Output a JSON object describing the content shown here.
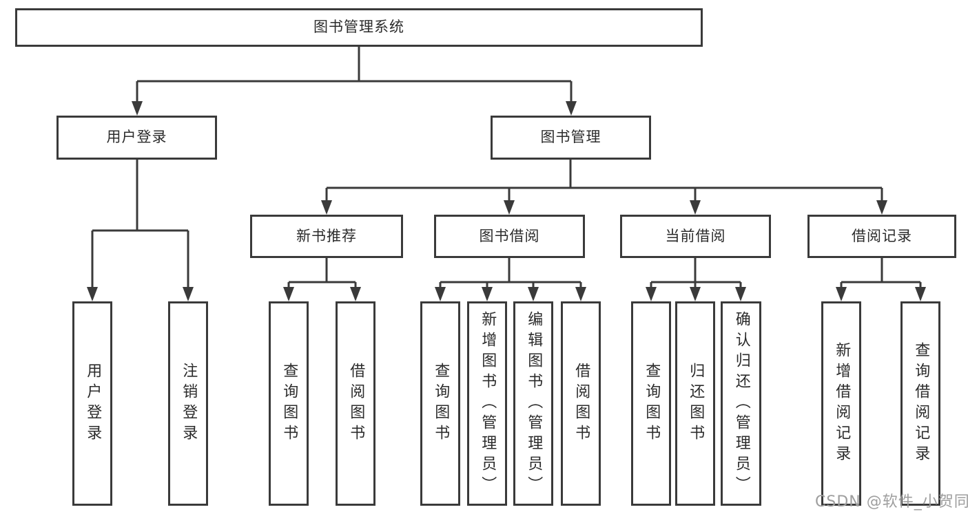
{
  "diagram": {
    "tree": {
      "label": "图书管理系统",
      "children": {
        "user_login": {
          "label": "用户登录",
          "children": {
            "login": {
              "label": "用户登录"
            },
            "logout": {
              "label": "注销登录"
            }
          }
        },
        "book_mgmt": {
          "label": "图书管理",
          "children": {
            "new_book_rec": {
              "label": "新书推荐",
              "children": {
                "query_book": {
                  "label": "查询图书"
                },
                "borrow_book": {
                  "label": "借阅图书"
                }
              }
            },
            "book_borrow": {
              "label": "图书借阅",
              "children": {
                "query_book": {
                  "label": "查询图书"
                },
                "add_book": {
                  "label": "新增图书（管理员）"
                },
                "edit_book": {
                  "label": "编辑图书（管理员）"
                },
                "borrow_book": {
                  "label": "借阅图书"
                }
              }
            },
            "current_borrow": {
              "label": "当前借阅",
              "children": {
                "query_book": {
                  "label": "查询图书"
                },
                "return_book": {
                  "label": "归还图书"
                },
                "confirm_return": {
                  "label": "确认归还（管理员）"
                }
              }
            },
            "borrow_records": {
              "label": "借阅记录",
              "children": {
                "add_record": {
                  "label": "新增借阅记录"
                },
                "query_record": {
                  "label": "查询借阅记录"
                }
              }
            }
          }
        }
      }
    },
    "watermark": "CSDN @软件_小贺同学",
    "colors": {
      "line": "#3a3a3a",
      "box_border": "#3a3a3a",
      "text": "#2b2b2b",
      "watermark": "#9e9e9e",
      "background": "#ffffff"
    }
  }
}
